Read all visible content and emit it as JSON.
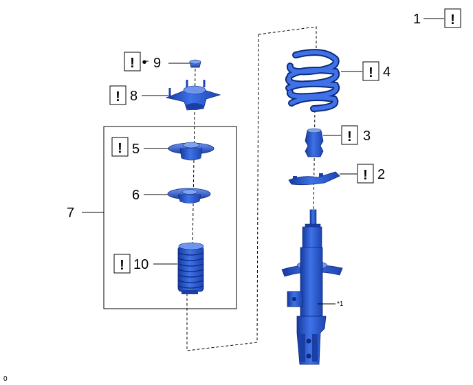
{
  "colors": {
    "part_fill": "#2f5fd8",
    "part_dark": "#163a9e",
    "part_light": "#6f95ef",
    "line": "#000000"
  },
  "icons": {
    "caution": "exclamation-box-icon",
    "bullet": "bullet-dot-icon"
  },
  "diagram": {
    "caution_mark": "!",
    "bullet_mark": "•",
    "callouts": [
      {
        "id": "c1",
        "text": "1"
      },
      {
        "id": "c2",
        "text": "2"
      },
      {
        "id": "c3",
        "text": "3"
      },
      {
        "id": "c4",
        "text": "4"
      },
      {
        "id": "c5",
        "text": "5"
      },
      {
        "id": "c6",
        "text": "6"
      },
      {
        "id": "c7",
        "text": "7"
      },
      {
        "id": "c8",
        "text": "8"
      },
      {
        "id": "c9",
        "text": "9"
      },
      {
        "id": "c10",
        "text": "10"
      }
    ],
    "note_ref": "*1",
    "corner_label": "0"
  }
}
